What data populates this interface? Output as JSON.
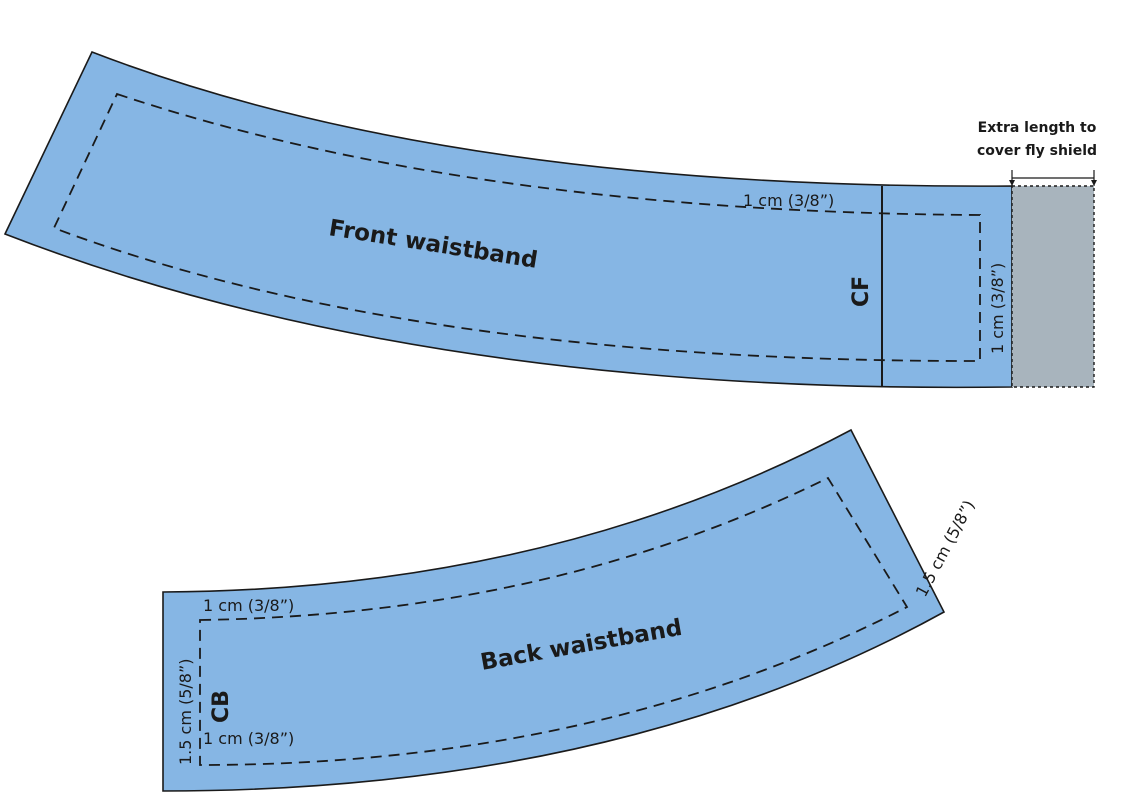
{
  "front_waistband": {
    "label": "Front waistband",
    "center_mark": "CF",
    "seam_top": "1 cm (3/8”)",
    "seam_end": "1 cm (3/8”)",
    "extension_note": [
      "Extra length to",
      "cover fly shield"
    ]
  },
  "back_waistband": {
    "label": "Back waistband",
    "center_mark": "CB",
    "seam_top": "1 cm (3/8”)",
    "seam_bottom": "1 cm (3/8”)",
    "seam_cb": "1.5 cm (5/8”)",
    "seam_side": "1.5 cm (5/8”)"
  },
  "colors": {
    "fabric": "#86b6e4",
    "extension": "#a8b4bd",
    "outline": "#1a1a1a"
  }
}
